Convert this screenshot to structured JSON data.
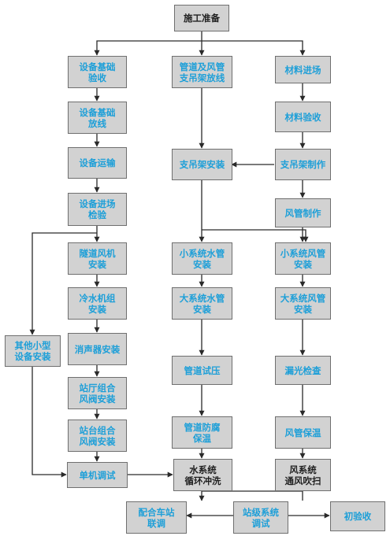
{
  "diagram": {
    "nodes": {
      "start": "施工准备",
      "equip_foundation_check": "设备基础\n验收",
      "pipe_duct_layout": "管道及风管\n支吊架放线",
      "material_arrival": "材料进场",
      "equip_foundation_layout": "设备基础\n放线",
      "material_check": "材料验收",
      "equip_transport": "设备运输",
      "support_install": "支吊架安装",
      "support_make": "支吊架制作",
      "equip_arrival_check": "设备进场\n检验",
      "duct_make": "风管制作",
      "tunnel_fan": "隧道风机\n安装",
      "small_water_pipe": "小系统水管\n安装",
      "small_air_duct": "小系统风管\n安装",
      "chiller": "冷水机组\n安装",
      "large_water_pipe": "大系统水管\n安装",
      "large_air_duct": "大系统风管\n安装",
      "other_small_equip": "其他小型\n设备安装",
      "silencer": "消声器安装",
      "pipe_pressure_test": "管道试压",
      "leak_light_check": "漏光检查",
      "hall_damper": "站厅组合\n风阀安装",
      "platform_damper": "站台组合\n风阀安装",
      "pipe_anticorrosion": "管道防腐\n保温",
      "duct_insulation": "风管保温",
      "single_debug": "单机调试",
      "water_flush": "水系统\n循环冲洗",
      "air_purge": "风系统\n通风吹扫",
      "station_coord": "配合车站\n联调",
      "station_debug": "站级系统\n调试",
      "initial_accept": "初验收"
    }
  }
}
